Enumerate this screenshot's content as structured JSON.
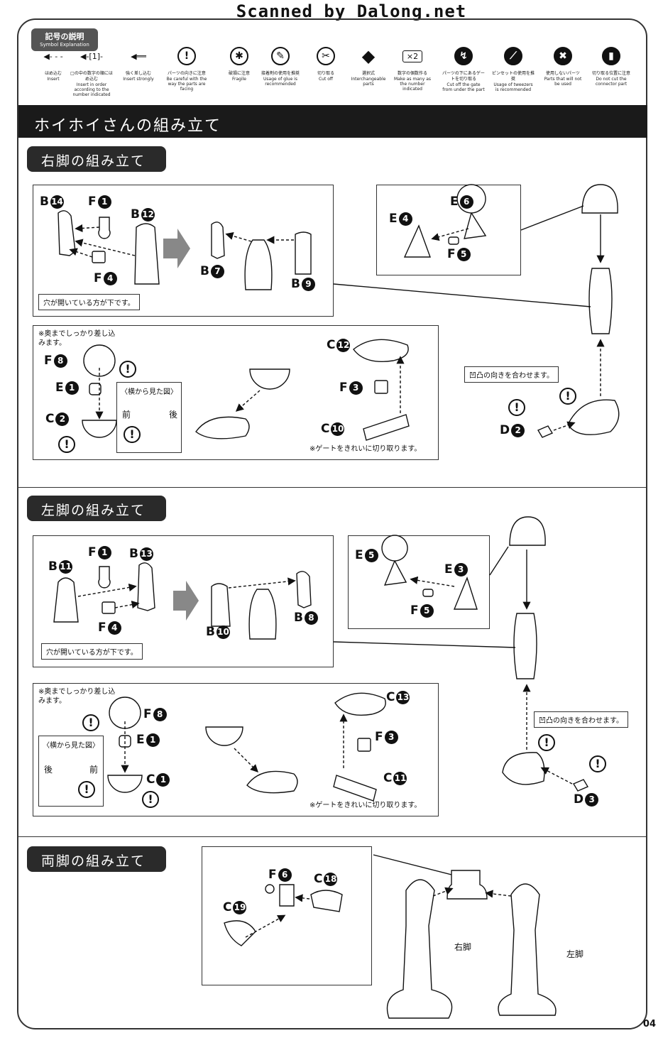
{
  "banner": "Scanned by Dalong.net",
  "symbols": {
    "title_jp": "記号の説明",
    "title_en": "Symbol Explanation",
    "items": [
      {
        "icon": "insert-arrow-icon",
        "jp": "はめ込む",
        "en": "Insert"
      },
      {
        "icon": "insert-order-icon",
        "jp": "□の中の数字の順にはめ込む",
        "en": "Insert in order according to the number indicated"
      },
      {
        "icon": "insert-strongly-icon",
        "jp": "強く差し込む",
        "en": "Insert strongly"
      },
      {
        "icon": "caution-icon",
        "jp": "パーツの向きに注意",
        "en": "Be careful with the way the parts are facing"
      },
      {
        "icon": "fragile-icon",
        "jp": "破損に注意",
        "en": "Fragile"
      },
      {
        "icon": "glue-icon",
        "jp": "接着剤の使用を推奨",
        "en": "Usage of glue is recommended"
      },
      {
        "icon": "cut-off-icon",
        "jp": "切り取る",
        "en": "Cut off"
      },
      {
        "icon": "interchangeable-icon",
        "jp": "選択式",
        "en": "Interchangeable parts"
      },
      {
        "icon": "multiply-icon",
        "jp": "数字の個数作る",
        "en": "Make as many as the number indicated"
      },
      {
        "icon": "gate-under-icon",
        "jp": "パーツの下にあるゲートを切り取る",
        "en": "Cut off the gate from under the part"
      },
      {
        "icon": "tweezers-icon",
        "jp": "ピンセットの使用を推奨",
        "en": "Usage of tweezers is recommended"
      },
      {
        "icon": "not-used-icon",
        "jp": "使用しないパーツ",
        "en": "Parts that will not be used"
      },
      {
        "icon": "connector-icon",
        "jp": "切り取る位置に注意",
        "en": "Do not cut the connector part"
      }
    ],
    "x2_label": "×2",
    "order_label": "1"
  },
  "section_title": "ホイホイさんの組み立て",
  "right_leg": {
    "title": "右脚の組み立て",
    "labels": {
      "b14": "B",
      "b14n": "14",
      "f1": "F",
      "f1n": "1",
      "b12": "B",
      "b12n": "12",
      "f4": "F",
      "f4n": "4",
      "b7": "B",
      "b7n": "7",
      "b9": "B",
      "b9n": "9",
      "e4": "E",
      "e4n": "4",
      "e6": "E",
      "e6n": "6",
      "f5": "F",
      "f5n": "5",
      "f8": "F",
      "f8n": "8",
      "e1": "E",
      "e1n": "1",
      "c2": "C",
      "c2n": "2",
      "c12": "C",
      "c12n": "12",
      "f3": "F",
      "f3n": "3",
      "c10": "C",
      "c10n": "10",
      "d2": "D",
      "d2n": "2"
    },
    "hole_note": "穴が開いている方が下です。",
    "insert_note": "※奥までしっかり差し込みます。",
    "side_view": "〈横から見た図〉",
    "front": "前",
    "back": "後",
    "gate_note": "※ゲートをきれいに切り取ります。",
    "align_note": "凹凸の向きを合わせます。"
  },
  "left_leg": {
    "title": "左脚の組み立て",
    "labels": {
      "b11": "B",
      "b11n": "11",
      "f1": "F",
      "f1n": "1",
      "b13": "B",
      "b13n": "13",
      "f4": "F",
      "f4n": "4",
      "b10": "B",
      "b10n": "10",
      "b8": "B",
      "b8n": "8",
      "e5": "E",
      "e5n": "5",
      "e3": "E",
      "e3n": "3",
      "f5": "F",
      "f5n": "5",
      "f8": "F",
      "f8n": "8",
      "e1": "E",
      "e1n": "1",
      "c1": "C",
      "c1n": "1",
      "c13": "C",
      "c13n": "13",
      "f3": "F",
      "f3n": "3",
      "c11": "C",
      "c11n": "11",
      "d3": "D",
      "d3n": "3"
    },
    "hole_note": "穴が開いている方が下です。",
    "insert_note": "※奥までしっかり差し込みます。",
    "side_view": "〈横から見た図〉",
    "front": "前",
    "back": "後",
    "gate_note": "※ゲートをきれいに切り取ります。",
    "align_note": "凹凸の向きを合わせます。"
  },
  "both_legs": {
    "title": "両脚の組み立て",
    "labels": {
      "f6": "F",
      "f6n": "6",
      "c18": "C",
      "c18n": "18",
      "c19": "C",
      "c19n": "19"
    },
    "right_leg_label": "右脚",
    "left_leg_label": "左脚"
  },
  "page_number": "04",
  "colors": {
    "ink": "#111111",
    "bar": "#1a1a1a",
    "tag": "#2a2a2a",
    "part_fill": "#ffffff"
  }
}
